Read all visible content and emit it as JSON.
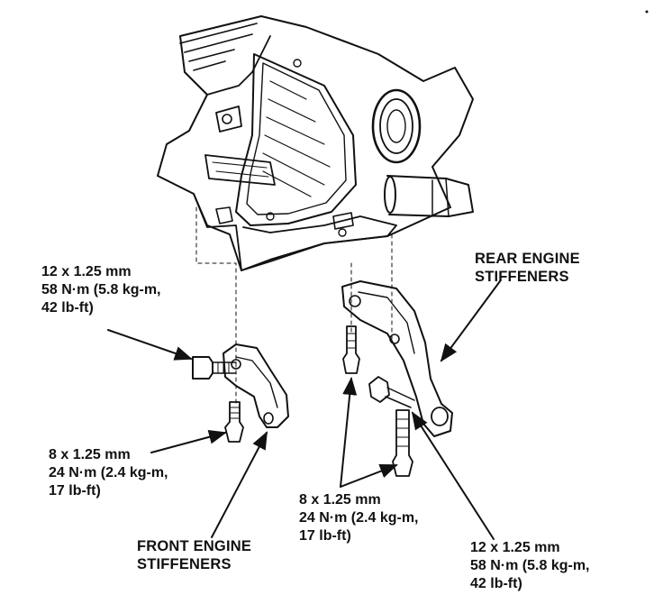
{
  "callouts": {
    "top_left_bolt": {
      "line1": "12 x 1.25 mm",
      "line2": "58 N·m (5.8 kg-m,",
      "line3": "42 lb-ft)"
    },
    "left_lower_bolt": {
      "line1": "8 x 1.25 mm",
      "line2": "24 N·m (2.4 kg-m,",
      "line3": "17 lb-ft)"
    },
    "center_bolt": {
      "line1": "8 x 1.25 mm",
      "line2": "24 N·m (2.4 kg-m,",
      "line3": "17 lb-ft)"
    },
    "right_bolt": {
      "line1": "12 x 1.25 mm",
      "line2": "58 N·m (5.8 kg-m,",
      "line3": "42 lb-ft)"
    },
    "front_stiffeners": {
      "line1": "FRONT ENGINE",
      "line2": "STIFFENERS"
    },
    "rear_stiffeners": {
      "line1": "REAR ENGINE",
      "line2": "STIFFENERS"
    }
  },
  "colors": {
    "ink": "#111111",
    "background": "#ffffff"
  }
}
